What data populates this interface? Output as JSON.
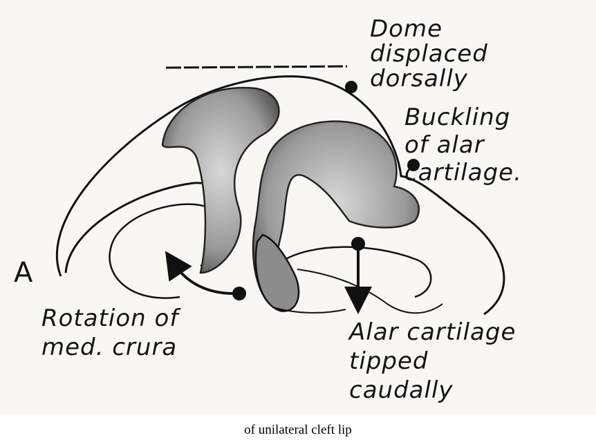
{
  "figure": {
    "panel_letter": "A",
    "labels": {
      "dome": "Dome\ndisplaced\ndorsally",
      "buckling": "Buckling\nof alar\ncartilage.",
      "rotation": "Rotation of\nmed. crura",
      "tipped": "Alar cartilage\ntipped\ncaudally"
    }
  },
  "caption": "of unilateral cleft lip"
}
